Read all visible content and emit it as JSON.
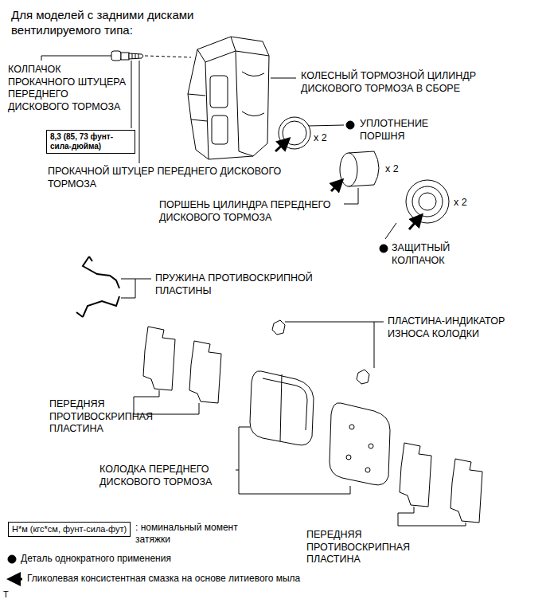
{
  "diagram": {
    "title": "Для моделей с задними дисками вентилируемого типа:",
    "nodes": [
      {
        "text": [
          "8,3 (85, 73 фунт-сила-дюйма)"
        ]
      },
      {
        "text": [
          "Н*м (кгс*см, фунт-сила-фут)"
        ]
      }
    ],
    "labels": [
      "КОЛПАЧОК ПРОКАЧНОГО ШТУЦЕРА ПЕРЕДНЕГО ДИСКОВОГО ТОРМОЗА",
      "КОЛЕСНЫЙ ТОРМОЗНОЙ ЦИЛИНДР ДИСКОВОГО ТОРМОЗА В СБОРЕ",
      "x 2",
      "УПЛОТНЕНИЕ ПОРШНЯ",
      "ПРОКАЧНОЙ ШТУЦЕР ПЕРЕДНЕГО ДИСКОВОГО ТОРМОЗА",
      "x 2",
      "ПОРШЕНЬ ЦИЛИНДРА ПЕРЕДНЕГО ДИСКОВОГО ТОРМОЗА",
      "x 2",
      "ЗАЩИТНЫЙ КОЛПАЧОК",
      "ПРУЖИНА ПРОТИВОСКРИПНОЙ ПЛАСТИНЫ",
      "ПЛАСТИНА-ИНДИКАТОР ИЗНОСА КОЛОДКИ",
      "ПЕРЕДНЯЯ ПРОТИВОСКРИПНАЯ ПЛАСТИНА",
      "КОЛОДКА ПЕРЕДНЕГО ДИСКОВОГО ТОРМОЗА",
      "ПЕРЕДНЯЯ ПРОТИВОСКРИПНАЯ ПЛАСТИНА",
      "T"
    ],
    "legend": [
      {
        "text": ": номинальный момент затяжки"
      },
      {
        "text": "Деталь однократного применения"
      },
      {
        "text": "Гликолевая консистентная смазка на основе литиевого мыла"
      }
    ]
  }
}
